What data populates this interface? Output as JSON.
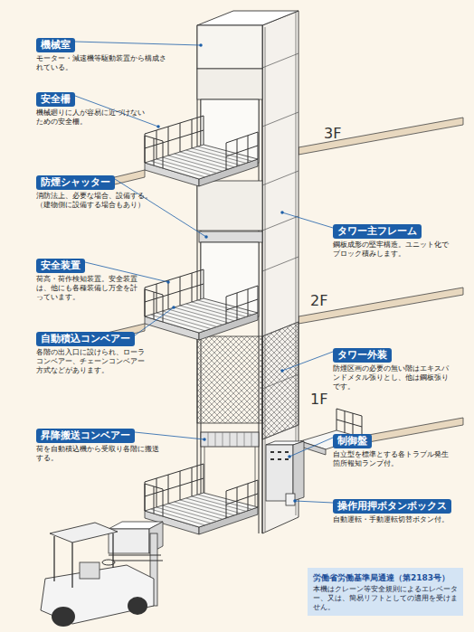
{
  "diagram": {
    "nodes": [
      {
        "text": [
          "機械室",
          "モーター・減速機等駆動装置から構成されている。"
        ]
      },
      {
        "text": [
          "安全柵",
          "機械廻りに人が容易に近づけないための安全柵。"
        ]
      },
      {
        "text": [
          "防煙シャッター",
          "消防法上、必要な場合、設備する。（建物側に設備する場合もあり）"
        ]
      },
      {
        "text": [
          "安全装置",
          "荷高・荷作検知装置。安全装置は、他にも各種装備し万全を計っています。"
        ]
      },
      {
        "text": [
          "自動積込コンベアー",
          "各階の出入口に設けられ、ローラコンベアー、チェーンコンベアー方式などがあります。"
        ]
      },
      {
        "text": [
          "昇降搬送コンベアー",
          "荷を自動積込機から受取り各階に搬送する。"
        ]
      },
      {
        "text": [
          "タワー主フレーム",
          "鋼板成形の堅牢構造。ユニット化でブロック積みします。"
        ]
      },
      {
        "text": [
          "タワー外装",
          "防煙区画の必要の無い階はエキスパンドメタル張りとし、他は鋼板張りです。"
        ]
      },
      {
        "text": [
          "制御盤",
          "自立型を標準とする各トラブル発生箇所報知ランプ付。"
        ]
      },
      {
        "text": [
          "操作用押ボタンボックス",
          "自動運転・手動運転切替ボタン付。"
        ]
      },
      {
        "text": [
          "労働省労働基準局通達（第2183号）",
          "本機はクレーン等安全規則によるエレベーター、又は、簡易リフトとしての適用を受けません。"
        ]
      }
    ],
    "labels": [
      "3F",
      "2F",
      "1F"
    ]
  }
}
